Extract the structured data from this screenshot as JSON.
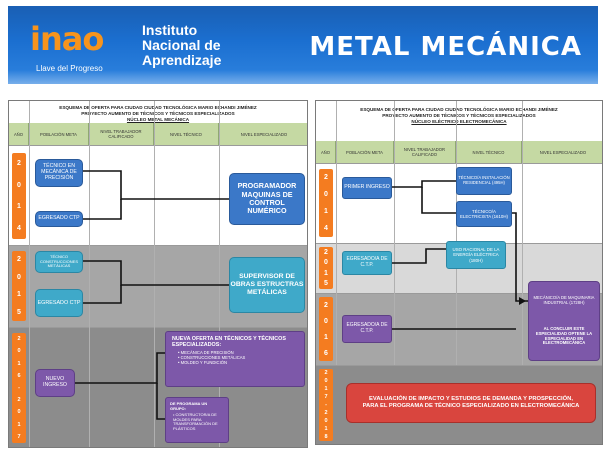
{
  "header": {
    "logo": "inao",
    "tagline": "Llave del Progreso",
    "institution": [
      "Instituto",
      "Nacional de",
      "Aprendizaje"
    ],
    "title": "METAL MECÁNICA"
  },
  "left_panel": {
    "title_lines": [
      "ESQUEMA DE OFERTA PARA CIUDAD CIUDAD TECNOLÓGICA MARIO ECHANDI JIMÉNEZ",
      "PROYECTO AUMENTO DE TÉCNICOS Y TÉCNICOS ESPECIALIZADOS",
      "NÚCLEO METAL MECÁNICA"
    ],
    "columns": [
      "AÑO",
      "POBLACIÓN META",
      "NIVEL TRABAJADOR CALIFICADO",
      "NIVEL TÉCNICO",
      "NIVEL ESPECIALIZADO"
    ],
    "years": [
      [
        "2",
        "0",
        "1",
        "4"
      ],
      [
        "2",
        "0",
        "1",
        "5"
      ],
      [
        "2",
        "0",
        "1",
        "6",
        "-",
        "2",
        "0",
        "1",
        "7"
      ]
    ],
    "boxes": {
      "tecnico_mecanica": "TÉCNICO EN MECÁNICA DE PRECISIÓN",
      "egresado_ctp_1": "EGRESADO CTP",
      "programador": "PROGRAMADOR MAQUINAS DE CONTROL NUMÉRICO",
      "tecnico_construcciones": "TÉCNICO CONSTRUCCIONES METÁLICAS",
      "egresado_ctp_2": "EGRESADO CTP",
      "supervisor": "SUPERVISOR DE OBRAS ESTRUCTRAS METÁLICAS",
      "nuevo_ingreso": "NUEVO INGRESO",
      "nueva_oferta_title": "NUEVA OFERTA EN TÉCNICOS Y TÉCNICOS ESPECIALIZADOS:",
      "nueva_oferta_items": [
        "MECÁNICA DE PRECISIÓN",
        "CONSTRUCCIONES METÁLICAS",
        "MOLDEO Y FUNDICIÓN"
      ],
      "programa_grupo": "DE PROGRAMA UN GRUPO:",
      "programa_grupo_items": [
        "CONSTRUCTOR/A DE MOLDES PARA TRANSFORMACIÓN DE PLÁSTICOS"
      ]
    }
  },
  "right_panel": {
    "title_lines": [
      "ESQUEMA DE OFERTA PARA CIUDAD CIUDAD TECNOLÓGICA MARIO ECHANDI JIMÉNEZ",
      "PROYECTO AUMENTO DE TÉCNICOS Y TÉCNICOS ESPECIALIZADOS",
      "NÚCLEO ELÉCTRICO ELECTROMECÁNICA"
    ],
    "columns": [
      "AÑO",
      "POBLACIÓN META",
      "NIVEL TRABAJADOR CALIFICADO",
      "NIVEL TÉCNICO",
      "NIVEL ESPECIALIZADO"
    ],
    "years": [
      [
        "2",
        "0",
        "1",
        "4"
      ],
      [
        "2",
        "0",
        "1",
        "5"
      ],
      [
        "2",
        "0",
        "1",
        "6"
      ],
      [
        "2",
        "0",
        "1",
        "7",
        "-",
        "2",
        "0",
        "1",
        "8"
      ]
    ],
    "boxes": {
      "primer_ingreso": "PRIMER INGRESO",
      "tecnico_instalacion": "TÉCNICO/A INSTALACIÓN RESIDENCIAL (495H)",
      "tecnico_electricista": "TÉCNICO/A ELECTRICISTA (1610H)",
      "egresado_ctp_1": "EGRESADO/A DE C.T.P.",
      "uso_racional": "USO RACIONAL DE LA ENERGÍA ELÉCTRICA (180H)",
      "egresado_ctp_2": "EGRESADO/A DE C.T.P.",
      "mecanico_maquinaria": "MECÁNICO/A DE MAQUINARIA INDUSTRIAL (1728H)",
      "al_concluir": "AL CONCLUIR ESTE ESPECIALIDAD OPTENE LA ESPECIALIDAD EN ELECTROMECÁNICA",
      "evaluacion": "EVALUACIÓN DE IMPACTO Y ESTUDIOS DE DEMANDA Y PROSPECCIÓN, PARA EL PROGRAMA DE TÉCNICO ESPECIALIZADO EN ELECTROMECÁNICA"
    }
  },
  "colors": {
    "header_blue": "#1b6fd0",
    "logo_orange": "#f7941d",
    "year_orange": "#f47c20",
    "box_blue": "#3b78c8",
    "box_teal": "#3fa9c9",
    "box_purple": "#7d58a9",
    "box_red": "#d9453e",
    "header_green": "#c5d9a3"
  }
}
